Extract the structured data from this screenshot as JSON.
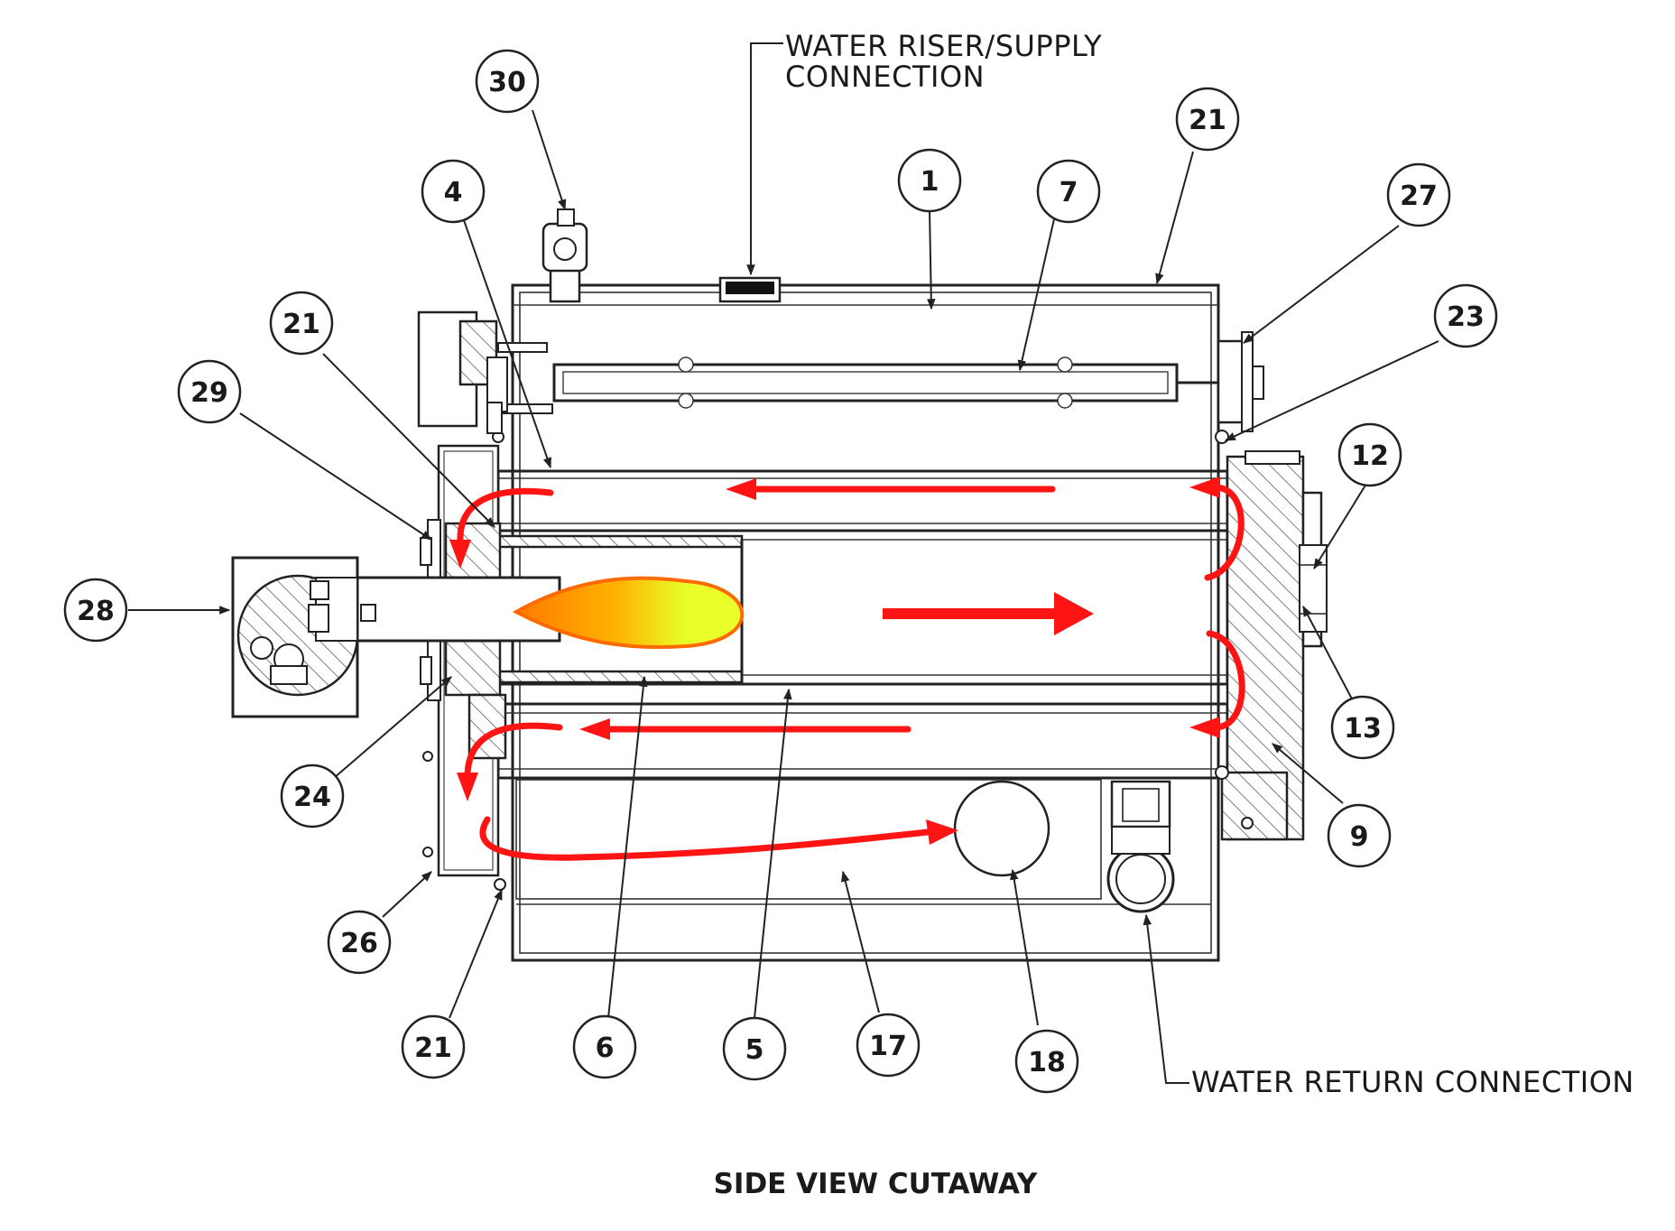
{
  "caption": "SIDE VIEW CUTAWAY",
  "connections": {
    "supply": [
      "WATER RISER/SUPPLY",
      "CONNECTION"
    ],
    "return": "WATER RETURN CONNECTION"
  },
  "callouts": [
    {
      "id": "c30",
      "label": "30"
    },
    {
      "id": "c4",
      "label": "4"
    },
    {
      "id": "c1",
      "label": "1"
    },
    {
      "id": "c7",
      "label": "7"
    },
    {
      "id": "c21-top",
      "label": "21"
    },
    {
      "id": "c27",
      "label": "27"
    },
    {
      "id": "c23",
      "label": "23"
    },
    {
      "id": "c21-left",
      "label": "21"
    },
    {
      "id": "c29",
      "label": "29"
    },
    {
      "id": "c12",
      "label": "12"
    },
    {
      "id": "c28",
      "label": "28"
    },
    {
      "id": "c13",
      "label": "13"
    },
    {
      "id": "c24",
      "label": "24"
    },
    {
      "id": "c9",
      "label": "9"
    },
    {
      "id": "c26",
      "label": "26"
    },
    {
      "id": "c21-bottom",
      "label": "21"
    },
    {
      "id": "c6",
      "label": "6"
    },
    {
      "id": "c5",
      "label": "5"
    },
    {
      "id": "c17",
      "label": "17"
    },
    {
      "id": "c18",
      "label": "18"
    }
  ],
  "colors": {
    "flow_arrows": "#ff1414",
    "flame_outer": "#ff6a00",
    "flame_inner": "#e8ff2a",
    "line": "#222222"
  }
}
